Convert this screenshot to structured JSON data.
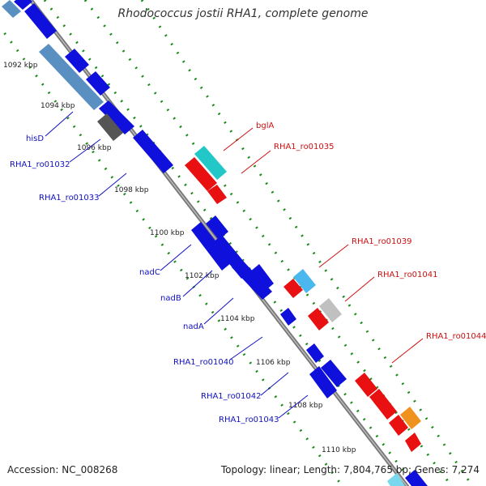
{
  "title": "Rhodococcus jostii RHA1, complete genome",
  "footer": {
    "accession": "Accession: NC_008268",
    "topology": "Topology: linear; Length: 7,804,765 bp; Genes: 7,274"
  },
  "colors": {
    "backbone": "#8c8c8c",
    "dots": "#1a8a1a",
    "forward_gene": "#1010dd",
    "reverse_gene": "#e81010",
    "label_forward": "#1010c0",
    "label_reverse": "#cc1010"
  },
  "ticks": [
    "1092 kbp",
    "1094 kbp",
    "1096 kbp",
    "1098 kbp",
    "1100 kbp",
    "1102 kbp",
    "1104 kbp",
    "1106 kbp",
    "1108 kbp",
    "1110 kbp"
  ],
  "gene_labels_forward": [
    "hisD",
    "RHA1_ro01032",
    "RHA1_ro01033",
    "nadC",
    "nadB",
    "nadA",
    "RHA1_ro01040",
    "RHA1_ro01042",
    "RHA1_ro01043"
  ],
  "gene_labels_reverse": [
    "bglA",
    "RHA1_ro01035",
    "RHA1_ro01039",
    "RHA1_ro01041",
    "RHA1_ro01044"
  ]
}
